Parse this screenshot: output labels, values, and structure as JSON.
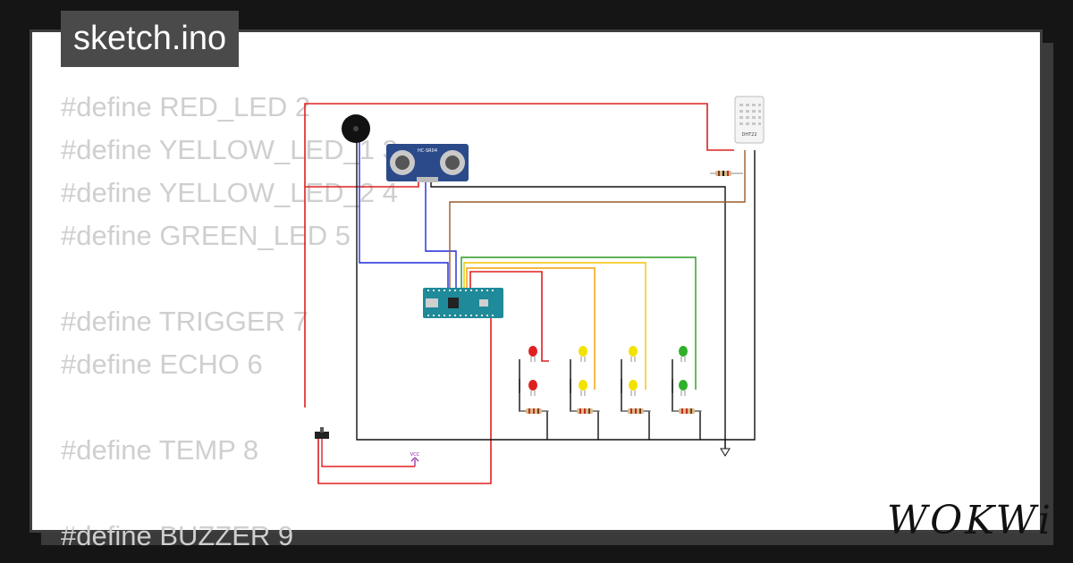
{
  "tab": {
    "filename": "sketch.ino"
  },
  "code_lines": [
    "#define RED_LED 2",
    "#define YELLOW_LED_1 3",
    "#define YELLOW_LED_2 4",
    "#define GREEN_LED 5",
    "",
    "#define TRIGGER 7",
    "#define ECHO 6",
    "",
    "#define TEMP 8",
    "",
    "#define BUZZER 9"
  ],
  "circuit": {
    "ultrasonic_label": "HC-SR04",
    "dht_label": "DHT22",
    "vcc_label": "VCC"
  },
  "brand": {
    "logo_text": "WOKWi"
  },
  "colors": {
    "frame_bg": "#151515",
    "card_bg": "#ffffff",
    "code_text": "#cfcfcf",
    "wire_red": "#e02020",
    "wire_black": "#111111",
    "wire_blue": "#1f2ad8",
    "wire_brown": "#9a5b2a",
    "wire_yellow": "#f2c400",
    "wire_orange": "#f0a000",
    "wire_green": "#2a9a20",
    "board_teal": "#1f8a9a"
  },
  "icons": [
    "buzzer-icon",
    "ultrasonic-sensor-icon",
    "dht-sensor-icon",
    "arduino-nano-icon",
    "led-icon",
    "resistor-icon",
    "ground-icon",
    "vcc-icon",
    "slide-switch-icon"
  ]
}
